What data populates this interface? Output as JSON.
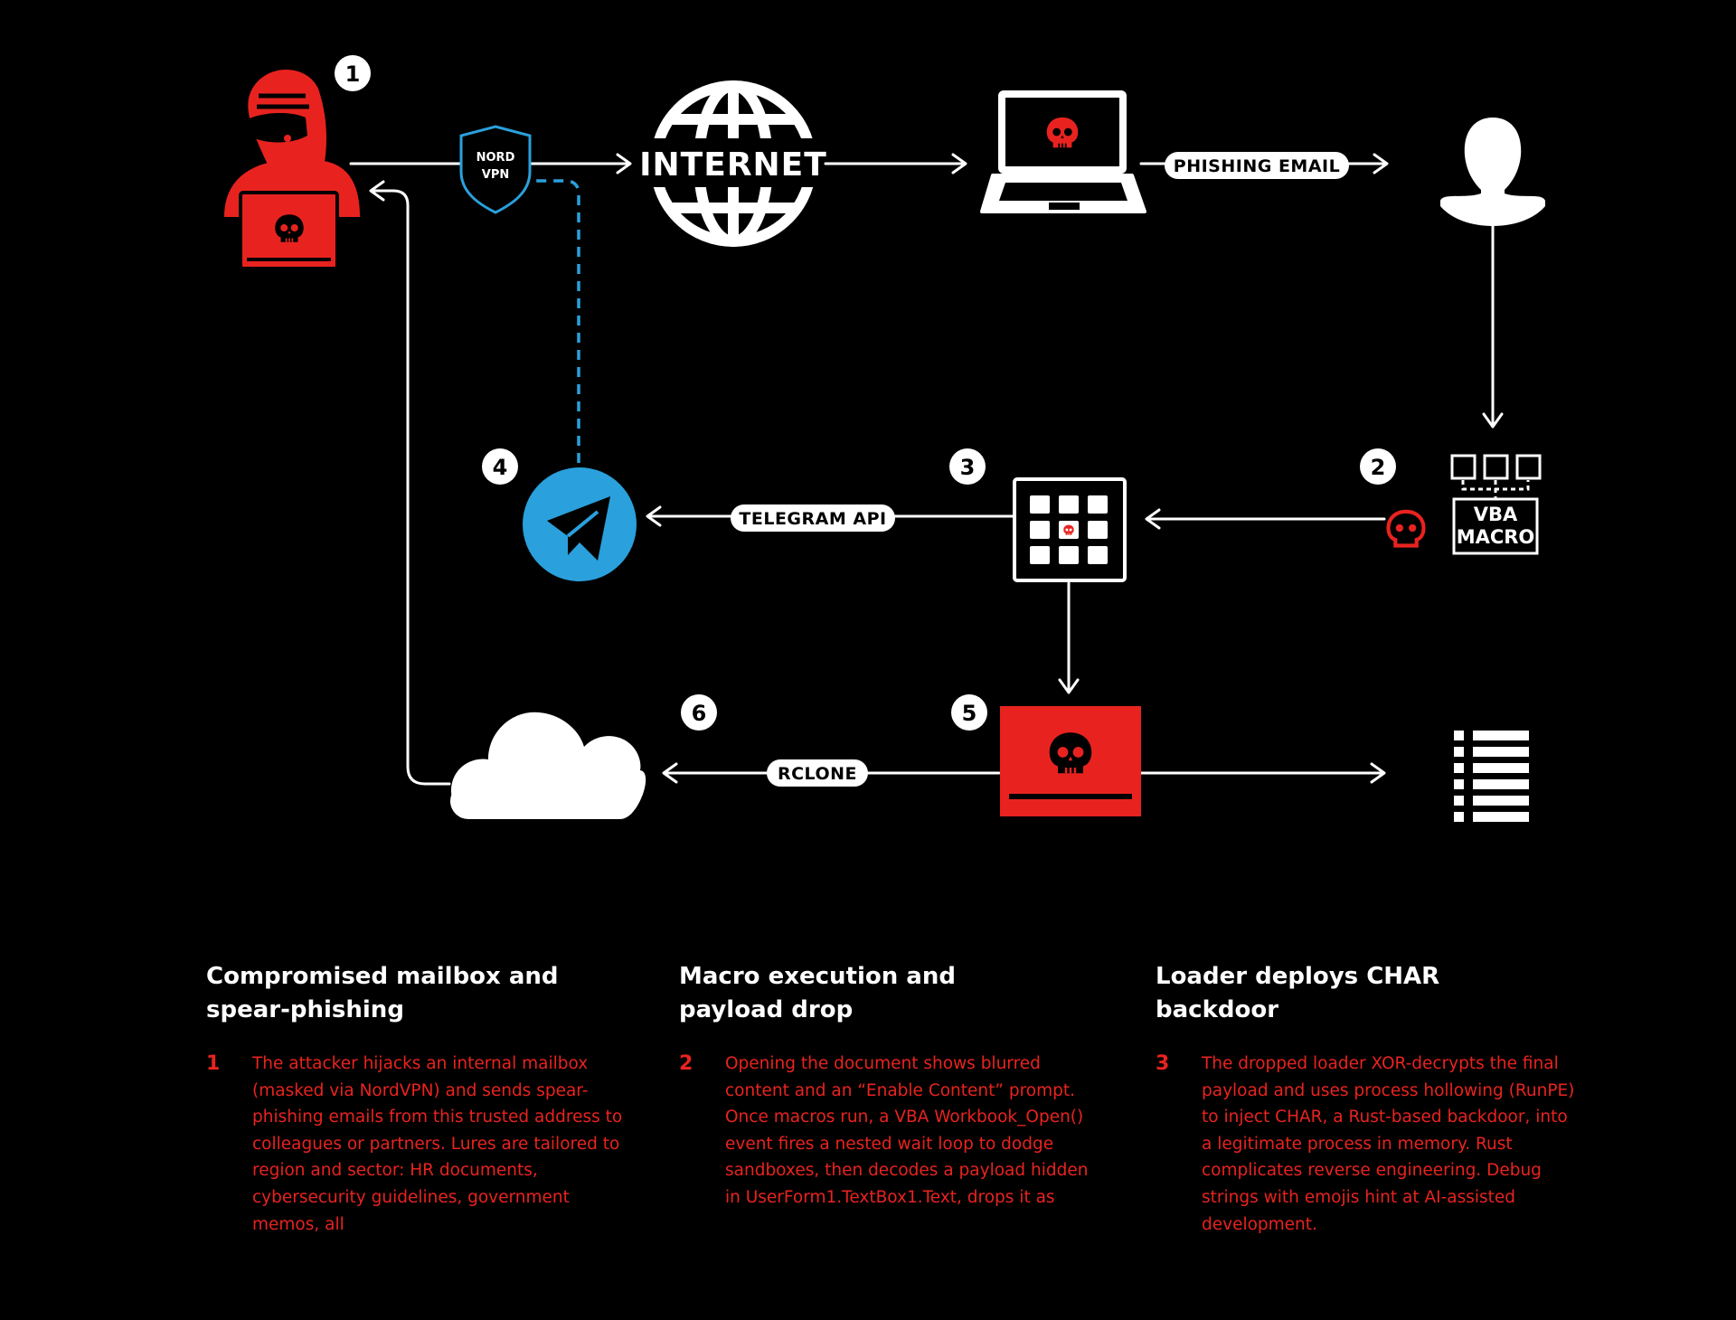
{
  "diagram": {
    "steps": [
      "1",
      "2",
      "3",
      "4",
      "5",
      "6"
    ],
    "vpn_badge": {
      "line1": "NORD",
      "line2": "VPN"
    },
    "internet_label": "INTERNET",
    "edge_labels": {
      "phishing_email": "PHISHING EMAIL",
      "telegram_api": "TELEGRAM API",
      "rclone": "RCLONE"
    },
    "macro_label": {
      "line1": "VBA",
      "line2": "MACRO"
    },
    "colors": {
      "red": "#e8231f",
      "telegram_blue": "#2aa0dc",
      "vpn_blue": "#2aa0dc",
      "white": "#ffffff",
      "background": "#000000"
    }
  },
  "columns": [
    {
      "title": "Compromised mailbox and spear-phishing",
      "number": "1",
      "text": "The attacker hijacks an internal mailbox (masked via NordVPN) and sends spear-phishing emails from this trusted address to colleagues or partners. Lures are tailored to region and sector: HR documents, cybersecurity guidelines, government memos, all"
    },
    {
      "title": "Macro execution and payload drop",
      "number": "2",
      "text": "Opening the document shows blurred content and an “Enable Content” prompt. Once macros run, a VBA Workbook_Open() event fires a nested wait loop to dodge sandboxes, then decodes a payload hidden in UserForm1.TextBox1.Text, drops it as"
    },
    {
      "title": "Loader deploys CHAR backdoor",
      "number": "3",
      "text": "The dropped loader XOR-decrypts the final payload and uses process hollowing (RunPE) to inject CHAR, a Rust-based backdoor, into a legitimate process in memory. Rust complicates reverse engineering. Debug strings with emojis hint at AI-assisted development."
    }
  ]
}
